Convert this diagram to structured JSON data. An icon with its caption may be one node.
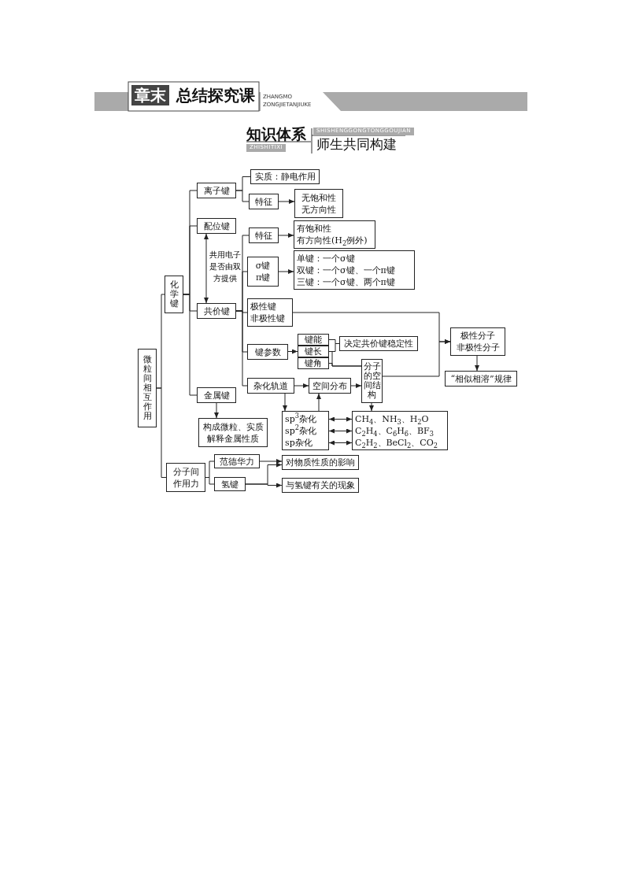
{
  "diagram": {
    "nodes": [
      {
        "text": [
          "微粒间相互作用"
        ]
      },
      {
        "text": [
          "化学键"
        ]
      },
      {
        "text": [
          "离子键"
        ]
      },
      {
        "text": [
          "实质：静电作用"
        ]
      },
      {
        "text": [
          "特征"
        ]
      },
      {
        "text": [
          "无饱和性",
          "无方向性"
        ]
      },
      {
        "text": [
          "配位键"
        ]
      },
      {
        "text": [
          "共价键"
        ]
      },
      {
        "text": [
          "特征"
        ]
      },
      {
        "text": [
          "有饱和性",
          "有方向性(H$_{2}$例外)"
        ]
      },
      {
        "text": [
          "σ键",
          "π键"
        ]
      },
      {
        "text": [
          "单键：一个σ键",
          "双键：一个σ键、一个π键",
          "三键：一个σ键、两个π键"
        ]
      },
      {
        "text": [
          "极性键",
          "非极性键"
        ]
      },
      {
        "text": [
          "键参数"
        ]
      },
      {
        "text": [
          "键能"
        ]
      },
      {
        "text": [
          "键长"
        ]
      },
      {
        "text": [
          "键角"
        ]
      },
      {
        "text": [
          "决定共价键稳定性"
        ]
      },
      {
        "text": [
          "杂化轨道"
        ]
      },
      {
        "text": [
          "空间分布"
        ]
      },
      {
        "text": [
          "分子的空间结构"
        ]
      },
      {
        "text": [
          "极性分子",
          "非极性分子"
        ]
      },
      {
        "text": [
          "“相似相溶”规律"
        ]
      },
      {
        "text": [
          "金属键"
        ]
      },
      {
        "text": [
          "构成微粒、实质",
          "解释金属性质"
        ]
      },
      {
        "text": [
          "sp$^{3}$杂化",
          "sp$^{2}$杂化",
          "sp杂化"
        ]
      },
      {
        "text": [
          "CH$_{4}$、NH$_{3}$、H$_{2}$O",
          "C$_{2}$H$_{4}$、C$_{6}$H$_{6}$、BF$_{3}$",
          "C$_{2}$H$_{2}$、BeCl$_{2}$、CO$_{2}$"
        ]
      },
      {
        "text": [
          "分子间作用力"
        ]
      },
      {
        "text": [
          "范德华力"
        ]
      },
      {
        "text": [
          "氢键"
        ]
      },
      {
        "text": [
          "对物质性质的影响"
        ]
      },
      {
        "text": [
          "与氢键有关的现象"
        ]
      }
    ],
    "edges": [
      {
        "from": 0,
        "to": 1,
        "arrow": "none"
      },
      {
        "from": 0,
        "to": 27,
        "arrow": "none"
      },
      {
        "from": 1,
        "to": 2,
        "arrow": "none"
      },
      {
        "from": 1,
        "to": 6,
        "arrow": "none"
      },
      {
        "from": 1,
        "to": 7,
        "arrow": "none"
      },
      {
        "from": 1,
        "to": 23,
        "arrow": "none"
      },
      {
        "from": 2,
        "to": 3,
        "arrow": "none"
      },
      {
        "from": 2,
        "to": 4,
        "arrow": "none"
      },
      {
        "from": 4,
        "to": 5,
        "arrow": "to"
      },
      {
        "from": 6,
        "to": 7,
        "arrow": "both",
        "label": "共用电子是否由双方提供"
      },
      {
        "from": 7,
        "to": 8,
        "arrow": "none"
      },
      {
        "from": 7,
        "to": 10,
        "arrow": "none"
      },
      {
        "from": 7,
        "to": 12,
        "arrow": "none"
      },
      {
        "from": 7,
        "to": 13,
        "arrow": "none"
      },
      {
        "from": 7,
        "to": 18,
        "arrow": "none"
      },
      {
        "from": 8,
        "to": 9,
        "arrow": "to"
      },
      {
        "from": 10,
        "to": 11,
        "arrow": "to"
      },
      {
        "from": 12,
        "to": 21,
        "arrow": "to"
      },
      {
        "from": 13,
        "to": 15,
        "arrow": "to"
      },
      {
        "from": 14,
        "to": 17,
        "arrow": "none"
      },
      {
        "from": 15,
        "to": 17,
        "arrow": "none"
      },
      {
        "from": 15,
        "to": 20,
        "arrow": "none"
      },
      {
        "from": 16,
        "to": 20,
        "arrow": "none"
      },
      {
        "from": 18,
        "to": 19,
        "arrow": "to"
      },
      {
        "from": 18,
        "to": 25,
        "arrow": "to"
      },
      {
        "from": 25,
        "to": 19,
        "arrow": "to"
      },
      {
        "from": 19,
        "to": 20,
        "arrow": "to"
      },
      {
        "from": 20,
        "to": 21,
        "arrow": "to"
      },
      {
        "from": 20,
        "to": 26,
        "arrow": "to"
      },
      {
        "from": 21,
        "to": 22,
        "arrow": "to"
      },
      {
        "from": 23,
        "to": 24,
        "arrow": "to"
      },
      {
        "from": 25,
        "to": 26,
        "arrow": "both"
      },
      {
        "from": 25,
        "to": 26,
        "arrow": "both"
      },
      {
        "from": 25,
        "to": 26,
        "arrow": "both"
      },
      {
        "from": 27,
        "to": 28,
        "arrow": "none"
      },
      {
        "from": 27,
        "to": 29,
        "arrow": "none"
      },
      {
        "from": 28,
        "to": 30,
        "arrow": "to"
      },
      {
        "from": 29,
        "to": 30,
        "arrow": "to"
      },
      {
        "from": 29,
        "to": 31,
        "arrow": "to"
      }
    ],
    "labels": [
      "章末",
      "总结探究课",
      "ZHANGMO",
      "ZONGJIETANJIUKE",
      "知识体系",
      "SHISHENGGONGTONGGOUJIAN",
      "ZHISHITIXI",
      "师生共同构建"
    ]
  }
}
